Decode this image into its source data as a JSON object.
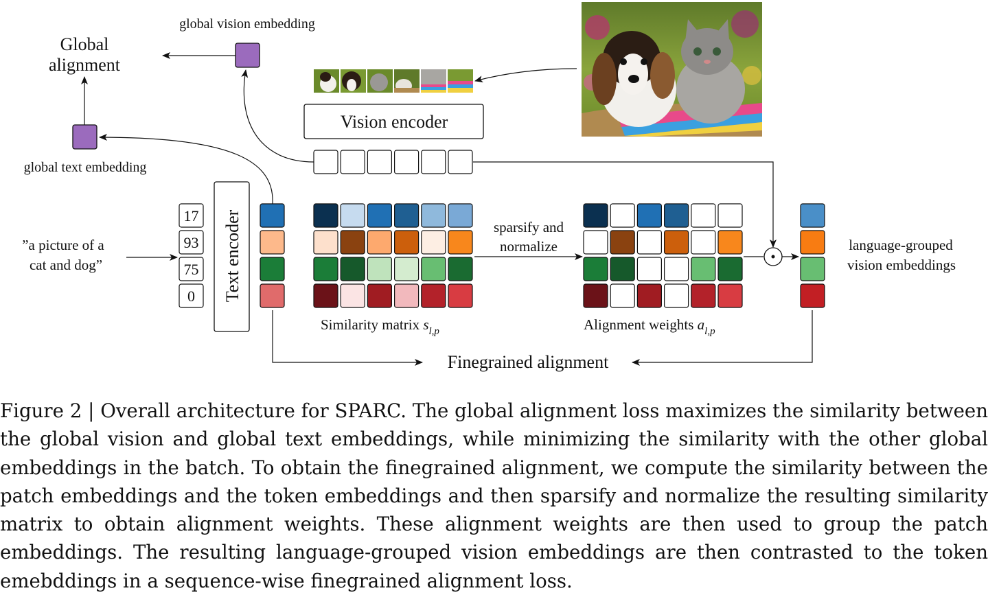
{
  "figure": {
    "labels": {
      "global_alignment_line1": "Global",
      "global_alignment_line2": "alignment",
      "global_vision_embedding": "global vision embedding",
      "global_text_embedding": "global text embedding",
      "vision_encoder": "Vision encoder",
      "text_encoder": "Text encoder",
      "prompt_line1": "”a picture of a",
      "prompt_line2": "cat and dog”",
      "sparsify_line1": "sparsify and",
      "sparsify_line2": "normalize",
      "similarity_matrix": "Similarity matrix ",
      "similarity_symbol": "s",
      "similarity_subscript": "l,p",
      "alignment_weights": "Alignment weights ",
      "alignment_symbol": "a",
      "alignment_subscript": "l,p",
      "language_grouped_line1": "language-grouped",
      "language_grouped_line2": "vision embeddings",
      "finegrained_alignment": "Finegrained alignment",
      "dot_product_symbol": "⊙"
    },
    "token_ids": [
      "17",
      "93",
      "75",
      "0"
    ],
    "image_description_icon": "puppy-and-kitten-photo",
    "colors": {
      "global_embedding": "#9b6bbd",
      "text_tokens": [
        "#2070b4",
        "#fdb98b",
        "#1b7d38",
        "#e06b6b"
      ],
      "similarity_matrix": [
        [
          "#0b3050",
          "#c6dbef",
          "#2070b4",
          "#1f5f92",
          "#8fb9dc",
          "#7aa9d6"
        ],
        [
          "#fde0cc",
          "#8a4210",
          "#fda96e",
          "#cc5f0c",
          "#fdeee3",
          "#f8871c"
        ],
        [
          "#1b7d38",
          "#16592b",
          "#bfe3bc",
          "#d4eccf",
          "#68be72",
          "#1a6b31"
        ],
        [
          "#6b1218",
          "#fbe4e4",
          "#a01c22",
          "#f2b9bd",
          "#b3222a",
          "#d83c42"
        ]
      ],
      "alignment_weights": [
        [
          "#0b3050",
          "#ffffff",
          "#2070b4",
          "#1f5f92",
          "#ffffff",
          "#ffffff"
        ],
        [
          "#ffffff",
          "#8a4210",
          "#ffffff",
          "#cc5f0c",
          "#ffffff",
          "#f8871c"
        ],
        [
          "#1b7d38",
          "#16592b",
          "#ffffff",
          "#ffffff",
          "#68be72",
          "#1a6b31"
        ],
        [
          "#6b1218",
          "#ffffff",
          "#a01c22",
          "#ffffff",
          "#b3222a",
          "#d83c42"
        ]
      ],
      "grouped_embeddings": [
        "#4a8fc8",
        "#f87c12",
        "#68be72",
        "#c21f24"
      ]
    }
  },
  "caption": "Figure 2 | Overall architecture for SPARC. The global alignment loss maximizes the similarity between the global vision and global text embeddings, while minimizing the similarity with the other global embeddings in the batch. To obtain the finegrained alignment, we compute the similarity between the patch embeddings and the token embeddings and then sparsify and normalize the resulting similarity matrix to obtain alignment weights. These alignment weights are then used to group the patch embeddings. The resulting language-grouped vision embeddings are then contrasted to the token emebddings in a sequence-wise finegrained alignment loss."
}
